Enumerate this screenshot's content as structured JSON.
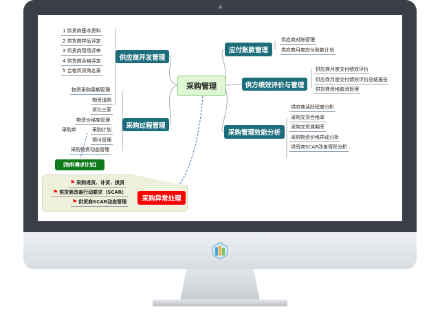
{
  "center": "采购管理",
  "branches": {
    "supplier_dev": {
      "label": "供应商开发管理",
      "items": [
        "1 供货商基本资料",
        "2 供货商样品评定",
        "3 供货商现场评审",
        "4 供货商合格评定",
        "5 合格供货商名录"
      ]
    },
    "process": {
      "label": "采购过程管理",
      "items": [
        "物资采购周期管理",
        "物资请购",
        "货比三家",
        "物资价格库管理",
        "采购计划",
        "预付管理",
        "采购物资动态管理"
      ],
      "sub": "采购单",
      "mrp": "【物料需求计划】"
    },
    "payable": {
      "label": "应付账款管理",
      "items": [
        "供应商对账管理",
        "供应商月度应付账款计划"
      ]
    },
    "performance": {
      "label": "供方绩效评价与管理",
      "items": [
        "供应商月度交付绩效评价",
        "供应商月度交付绩效评价总结报告",
        "供货商资格取消管理"
      ]
    },
    "analysis": {
      "label": "采购管理效能分析",
      "items": [
        "供应商活跃程度分析",
        "采购交货合格率",
        "采购交货准期率",
        "采购物资价格异动分析",
        "供货商SCAR改善情形分析"
      ]
    },
    "exception": {
      "label": "采购异常处理",
      "items": [
        "采购退货、补货、换货",
        "供货商改善行动要求（SCAR）",
        "供货商SCAR动态管理"
      ]
    }
  },
  "colors": {
    "node": "#1d6e7a",
    "center_bg": "#dff7d5",
    "exception": "#ff0000",
    "mrp": "#0f7a1a",
    "bezel": "#3a3f47"
  }
}
